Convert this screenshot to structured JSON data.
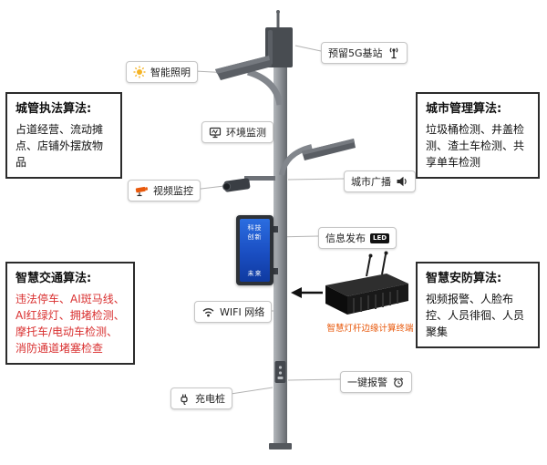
{
  "colors": {
    "accent_red": "#d93030",
    "caption_orange": "#e8590c",
    "sun_yellow": "#f5b324",
    "camera_orange": "#e8590c",
    "screen_blue_top": "#2b6de0",
    "screen_blue_bottom": "#0f3aa0"
  },
  "boxes": {
    "city_enforcement": {
      "title": "城管执法算法:",
      "body": "占道经营、流动摊点、店铺外摆放物品"
    },
    "city_management": {
      "title": "城市管理算法:",
      "body": "垃圾桶检测、井盖检测、渣土车检测、共享单车检测"
    },
    "smart_traffic": {
      "title": "智慧交通算法:",
      "body": "违法停车、AI斑马线、AI红绿灯、拥堵检测、摩托车/电动车检测、消防通道堵塞检查"
    },
    "smart_security": {
      "title": "智慧安防算法:",
      "body": "视频报警、人脸布控、人员徘徊、人员聚集"
    }
  },
  "labels": {
    "smart_lighting": "智能照明",
    "reserved_5g": "预留5G基站",
    "env_monitoring": "环境监测",
    "video_surveillance": "视频监控",
    "city_broadcast": "城市广播",
    "info_release": "信息发布",
    "wifi_network": "WIFI 网络",
    "one_key_alarm": "一键报警",
    "charging_pile": "充电桩",
    "led_badge": "LED"
  },
  "device_caption": "智慧灯杆边缘计算终端",
  "screen": {
    "line1": "科技",
    "line2": "创新",
    "line3": "未来"
  }
}
